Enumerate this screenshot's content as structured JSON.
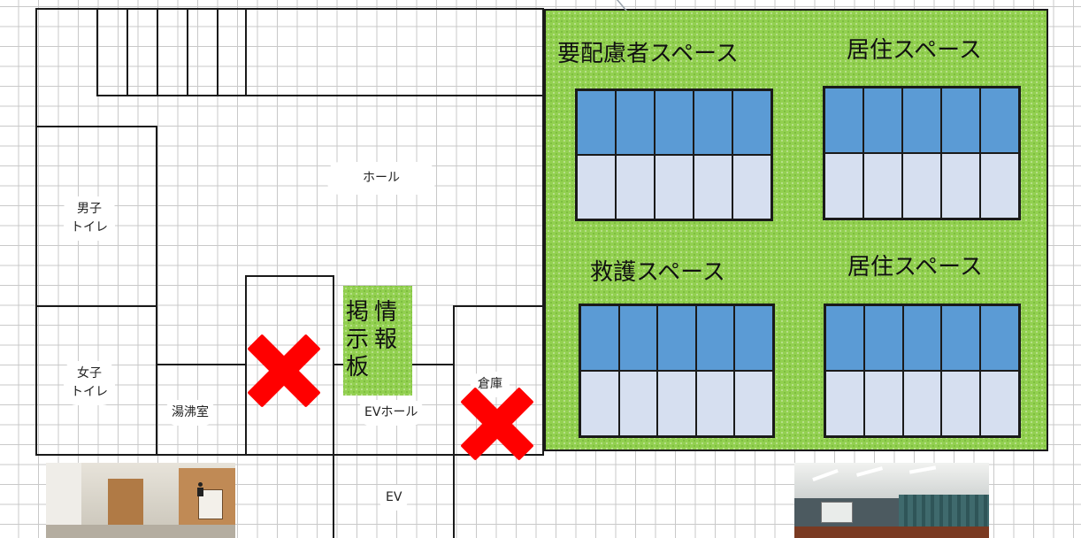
{
  "rooms": {
    "mens_toilet": "男子\nトイレ",
    "womens_toilet": "女子\nトイレ",
    "kettle_room": "湯沸室",
    "hall": "ホール",
    "ev_hall": "EVホール",
    "storage": "倉庫",
    "ev": "EV"
  },
  "info_board": {
    "col1": "掲\n示\n板",
    "col2": "情\n報"
  },
  "zones": {
    "care": "要配慮者スペース",
    "residence_top": "居住スペース",
    "rescue": "救護スペース",
    "residence_bottom": "居住スペース"
  },
  "colors": {
    "zone_green": "#92d050",
    "cot_top": "#5b9bd5",
    "cot_bottom": "#d6dff0",
    "x_mark": "#ff0000"
  },
  "icons": {
    "closed_marks": "red-x-icon",
    "person_sign": "person-icon"
  }
}
